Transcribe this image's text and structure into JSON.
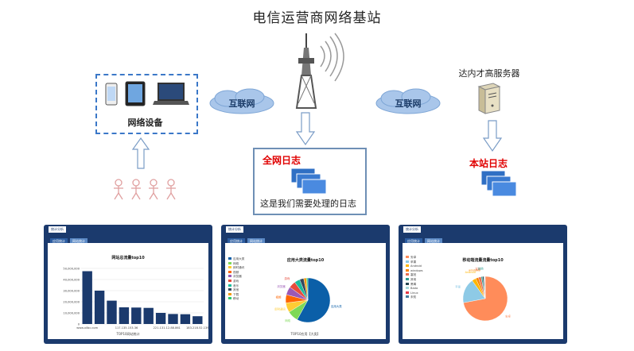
{
  "title": "电信运营商网络基站",
  "devices_label": "网络设备",
  "cloud_left": "互联网",
  "cloud_right": "互联网",
  "server_label": "达内才高服务器",
  "all_logs": "全网日志",
  "caption": "这是我们需要处理的日志",
  "site_logs": "本站日志",
  "colors": {
    "accent": "#3b78c8",
    "panel": "#1b3a6d",
    "alert": "#e00000",
    "bar": "#1b3a6d"
  },
  "panels": [
    {
      "header": "统计分析",
      "tabs": [
        "应用统计",
        "网站统计"
      ],
      "chart_title": "网站总流量top10",
      "xlabel": "TOP10网站统计",
      "chart_data": {
        "type": "bar",
        "title": "网站总流量top10",
        "xlabel": "TOP10网站统计",
        "ylim": [
          0,
          50000000
        ],
        "yticks": [
          "50,000,000",
          "40,000,000",
          "30,000,000",
          "20,000,000",
          "10,000,000",
          "0"
        ],
        "x_tick_labels": [
          "www.xilbc.com",
          "117.135.153.36",
          "221.131.12.88.861",
          "183.218.52.139"
        ],
        "values": [
          47500000,
          30000000,
          21000000,
          15000000,
          14800000,
          14500000,
          10000000,
          9000000,
          8800000,
          7000000
        ]
      }
    },
    {
      "header": "统计分析",
      "tabs": [
        "应用统计",
        "网站统计"
      ],
      "chart_title": "应用大类流量top10",
      "xlabel": "TOP10应用【大类】",
      "legend": [
        "应用大类",
        "网络",
        "即时通讯",
        "视频",
        "浏览器",
        "游戏",
        "音乐",
        "其他",
        "下载",
        "移动"
      ],
      "chart_data": {
        "type": "pie",
        "title": "应用大类流量top10",
        "slices": [
          {
            "label": "应用大类",
            "value": 58
          },
          {
            "label": "网络",
            "value": 8
          },
          {
            "label": "即时通讯",
            "value": 7
          },
          {
            "label": "视频",
            "value": 6
          },
          {
            "label": "浏览器",
            "value": 6
          },
          {
            "label": "游戏",
            "value": 5
          },
          {
            "label": "音乐",
            "value": 4
          },
          {
            "label": "其他",
            "value": 3
          },
          {
            "label": "下载",
            "value": 2
          },
          {
            "label": "移动",
            "value": 1
          }
        ],
        "colors": [
          "#0b5fa8",
          "#7ed957",
          "#ffcc33",
          "#ff6600",
          "#9b59b6",
          "#e74c3c",
          "#1abc9c",
          "#34495e",
          "#f39c12",
          "#2ecc71"
        ]
      }
    },
    {
      "header": "统计分析",
      "tabs": [
        "应用统计",
        "网站统计"
      ],
      "chart_title": "移动端流量流量top10",
      "legend": [
        "安卓",
        "苹果",
        "Android",
        "windows",
        "塞班",
        "其他",
        "黑莓",
        "Bada",
        "Linux",
        "未知"
      ],
      "chart_data": {
        "type": "pie",
        "title": "移动端流量流量top10",
        "slices": [
          {
            "label": "安卓",
            "value": 72
          },
          {
            "label": "苹果",
            "value": 18
          },
          {
            "label": "Android",
            "value": 3
          },
          {
            "label": "windows",
            "value": 2
          },
          {
            "label": "塞班",
            "value": 2
          },
          {
            "label": "其他",
            "value": 1
          },
          {
            "label": "黑莓",
            "value": 1
          },
          {
            "label": "Bada",
            "value": 0.5
          },
          {
            "label": "Linux",
            "value": 0.3
          },
          {
            "label": "未知",
            "value": 0.2
          }
        ],
        "colors": [
          "#ff8c5a",
          "#8ecae6",
          "#ffb703",
          "#fb8500",
          "#e76f51",
          "#2a9d8f",
          "#264653",
          "#a8dadc",
          "#e63946",
          "#457b9d"
        ]
      }
    }
  ]
}
